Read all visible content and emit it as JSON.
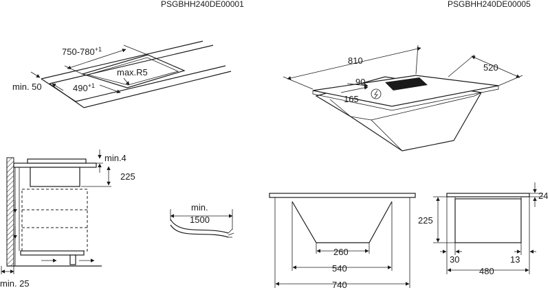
{
  "codes": {
    "left": "PSGBHH240DE00001",
    "right": "PSGBHH240DE00005"
  },
  "cutout": {
    "length": "750-780",
    "length_tol": "+1",
    "width": "490",
    "width_tol": "+1",
    "radius": "max.R5",
    "edge_min": "min. 50"
  },
  "unit": {
    "length": "810",
    "width": "520",
    "angle": "90",
    "offset": "165"
  },
  "side": {
    "top_gap": "min.4",
    "depth": "225",
    "wall_gap": "min. 25"
  },
  "cable": {
    "min_label": "min.",
    "length": "1500"
  },
  "front": {
    "inner": "260",
    "middle": "540",
    "outer": "740"
  },
  "profile": {
    "thickness": "24",
    "depth": "225",
    "left_offset": "30",
    "right_offset": "13",
    "width": "480"
  }
}
